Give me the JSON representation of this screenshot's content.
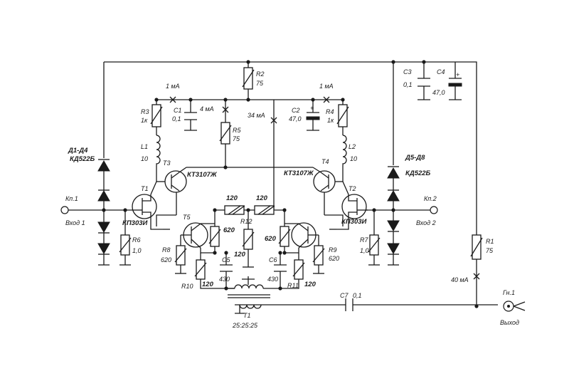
{
  "labels": {
    "d14": "Д1-Д4",
    "d14_type": "КД522Б",
    "d58": "Д5-Д8",
    "d58_type": "КД522Б",
    "kp1": "Кп.1",
    "in1": "Вход 1",
    "kp2": "Кп.2",
    "in2": "Вход 2",
    "gn1": "Гн.1",
    "out": "Выход",
    "r1": "R1",
    "r1v": "75",
    "r2": "R2",
    "r2v": "75",
    "r3": "R3",
    "r3v": "1к",
    "r4": "R4",
    "r4v": "1к",
    "r5": "R5",
    "r5v": "75",
    "r6": "R6",
    "r6v": "1,0",
    "r7": "R7",
    "r7v": "1,0",
    "r8": "R8",
    "r8v": "620",
    "r9": "R9",
    "r9v": "620",
    "r10": "R10",
    "r10v": "120",
    "r11": "R11",
    "r11v": "120",
    "r12": "R12",
    "r12v": "120",
    "r5l": "620",
    "r5r": "620",
    "c1": "C1",
    "c1v": "0,1",
    "c2": "C2",
    "c2v": "47,0",
    "c3": "C3",
    "c3v": "0,1",
    "c4": "C4",
    "c4v": "47,0",
    "c5": "C5",
    "c5v": "430",
    "c6": "C6",
    "c6v": "430",
    "c7": "C7",
    "c7v": "0,1",
    "l1": "L1",
    "l1v": "10",
    "l2": "L2",
    "l2v": "10",
    "t1": "T1",
    "t1type": "КП303И",
    "t2": "T2",
    "t2type": "КП303И",
    "t3": "T3",
    "t3type": "КТ3107Ж",
    "t4": "T4",
    "t4type": "КТ3107Ж",
    "t5": "T5",
    "tr": "T1",
    "tr_ratio": "25:25:25",
    "mid120a": "120",
    "mid120b": "120",
    "ma1": "1 мА",
    "ma2": "1 мА",
    "ma4": "4 мА",
    "ma34": "34 мА",
    "ma40": "40 мА"
  }
}
